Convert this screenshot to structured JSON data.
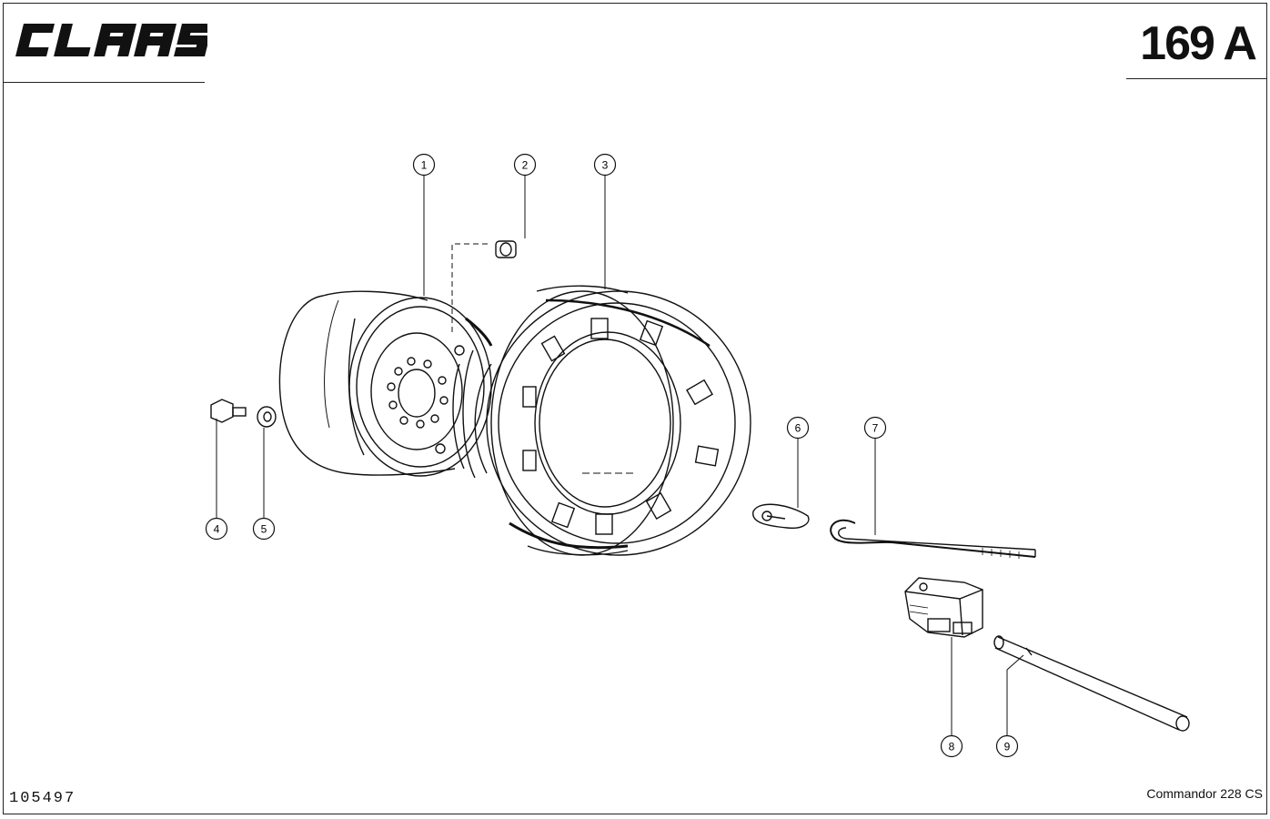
{
  "header": {
    "brand": "CLAAS",
    "page_number": "169 A"
  },
  "footer": {
    "document_number": "105497",
    "model": "Commandor 228 CS"
  },
  "callouts": [
    {
      "label": "1"
    },
    {
      "label": "2"
    },
    {
      "label": "3"
    },
    {
      "label": "4"
    },
    {
      "label": "5"
    },
    {
      "label": "6"
    },
    {
      "label": "7"
    },
    {
      "label": "8"
    },
    {
      "label": "9"
    }
  ]
}
